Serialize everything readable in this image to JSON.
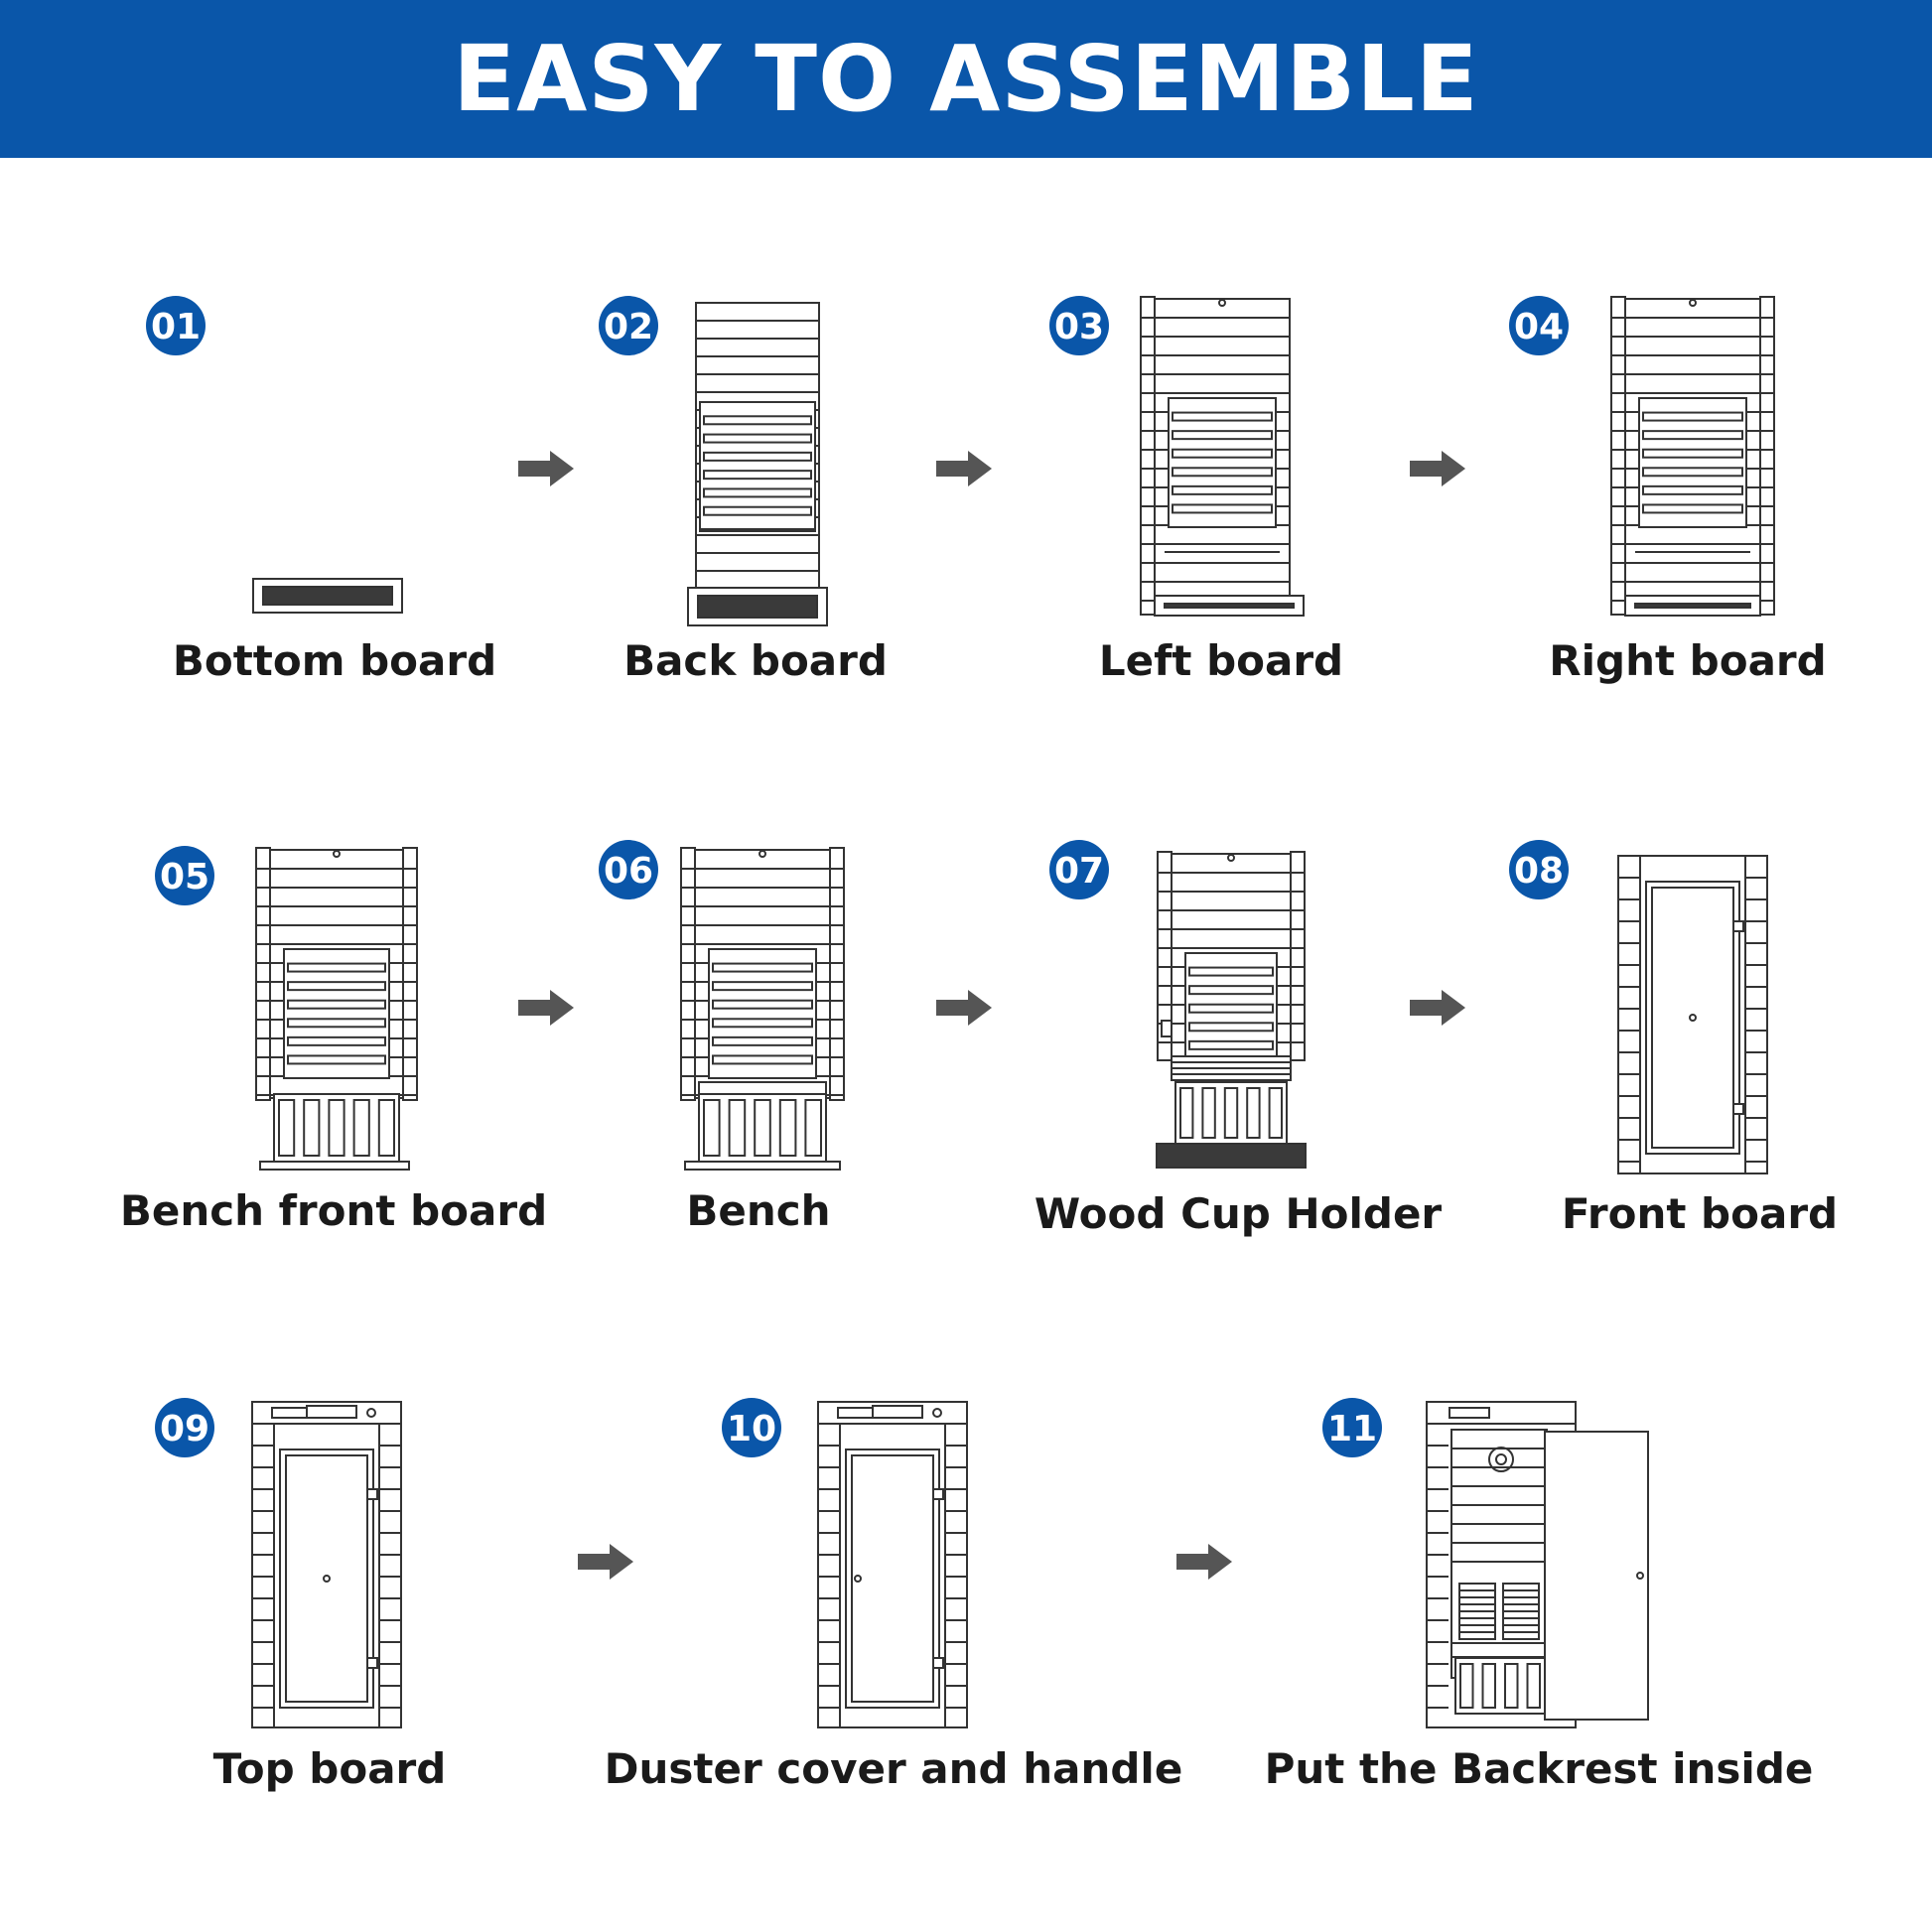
{
  "title": "EASY TO ASSEMBLE",
  "colors": {
    "banner": "#0a56a9",
    "badge": "#0a56a9",
    "arrow": "#555555",
    "line": "#333333",
    "panel_dark": "#3a3a3a",
    "label": "#1a1a1a"
  },
  "steps": [
    {
      "number": "01",
      "label": "Bottom board"
    },
    {
      "number": "02",
      "label": "Back board"
    },
    {
      "number": "03",
      "label": "Left board"
    },
    {
      "number": "04",
      "label": "Right board"
    },
    {
      "number": "05",
      "label": "Bench front board"
    },
    {
      "number": "06",
      "label": "Bench"
    },
    {
      "number": "07",
      "label": "Wood Cup Holder"
    },
    {
      "number": "08",
      "label": "Front board"
    },
    {
      "number": "09",
      "label": "Top board"
    },
    {
      "number": "10",
      "label": "Duster cover and handle"
    },
    {
      "number": "11",
      "label": "Put the Backrest inside"
    }
  ],
  "arrow_icon": "arrow-right-icon"
}
